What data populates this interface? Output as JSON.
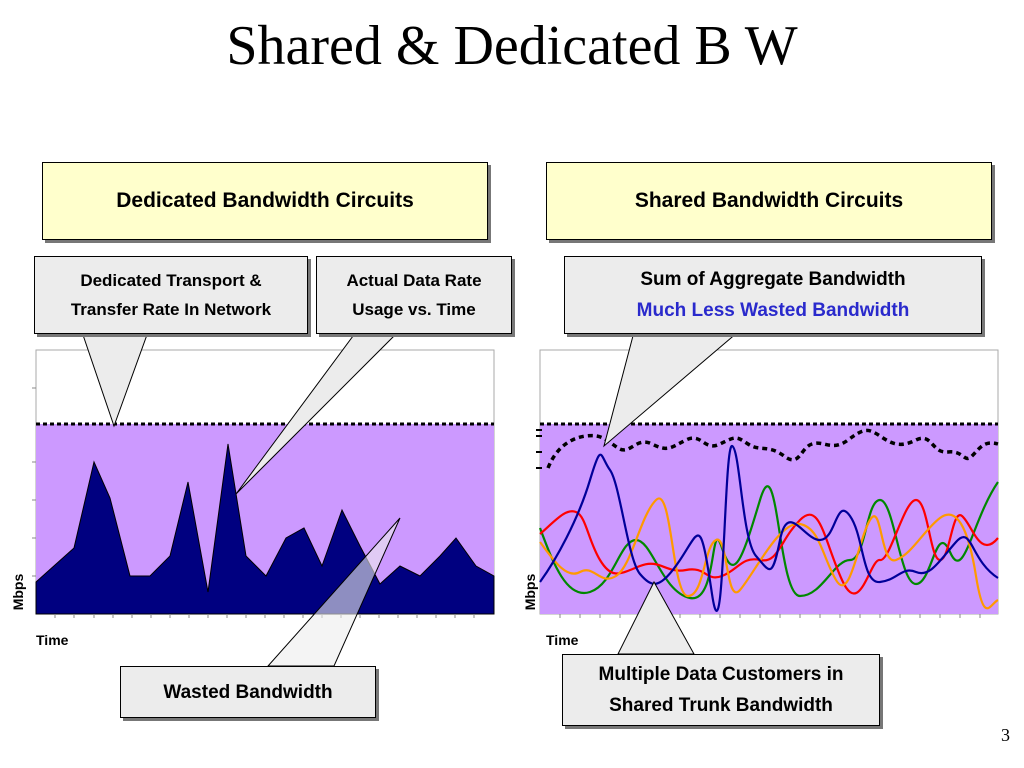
{
  "title": "Shared & Dedicated B W",
  "page_number": "3",
  "left": {
    "header": "Dedicated Bandwidth Circuits",
    "callout_transport": [
      "Dedicated Transport &",
      "Transfer Rate In Network"
    ],
    "callout_actual": [
      "Actual Data Rate",
      "Usage vs. Time"
    ],
    "callout_wasted": "Wasted Bandwidth",
    "y_label": "Mbps",
    "x_label": "Time"
  },
  "right": {
    "header": "Shared Bandwidth Circuits",
    "callout_sum": "Sum of Aggregate Bandwidth",
    "callout_less_wasted": "Much Less Wasted Bandwidth",
    "callout_multiple": [
      "Multiple Data Customers in",
      "Shared Trunk Bandwidth"
    ],
    "y_label": "Mbps",
    "x_label": "Time"
  },
  "colors": {
    "band": "#cc99ff",
    "area": "#000080",
    "callout_fill": "#ececec",
    "header_fill": "#ffffcc",
    "series_blue": "#000099",
    "series_red": "#ff0000",
    "series_green": "#008800",
    "series_orange": "#ff9900"
  }
}
